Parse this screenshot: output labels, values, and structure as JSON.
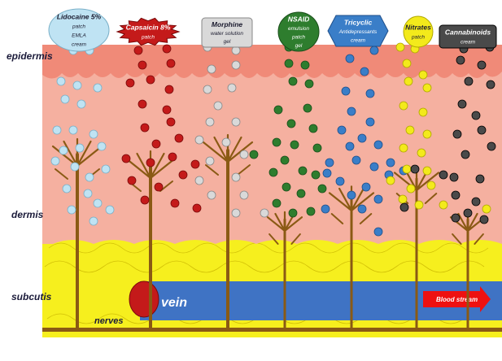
{
  "layers": {
    "epidermis": "epidermis",
    "dermis": "dermis",
    "subcutis": "subcutis",
    "nerves": "nerves"
  },
  "vein": {
    "label": "vein",
    "blood_stream": "Blood stream"
  },
  "drugs": [
    {
      "id": "lidocaine",
      "shape": "ellipse",
      "lines": [
        "Lidocaine 5%",
        "patch",
        "EMLA",
        "cream"
      ],
      "color": "#bfe3f3",
      "text_color": "#1a1a2e"
    },
    {
      "id": "capsaicin",
      "shape": "starburst",
      "lines": [
        "Capsaicin 8%",
        "patch"
      ],
      "color": "#c41a1a",
      "text_color": "#ffffff"
    },
    {
      "id": "morphine",
      "shape": "rounded-box",
      "lines": [
        "Morphine",
        "water solution",
        "gel"
      ],
      "color": "#d9d9d9",
      "text_color": "#1a1a2e"
    },
    {
      "id": "nsaid",
      "shape": "ellipse",
      "lines": [
        "NSAID",
        "emulsion",
        "patch",
        "gel"
      ],
      "color": "#2e7d2e",
      "text_color": "#ffffff"
    },
    {
      "id": "tricyclic",
      "shape": "hexagon",
      "lines": [
        "Tricyclic",
        "Antidepressants",
        "cream"
      ],
      "color": "#3a7ec8",
      "text_color": "#ffffff"
    },
    {
      "id": "nitrates",
      "shape": "ellipse",
      "lines": [
        "Nitrates",
        "patch"
      ],
      "color": "#f3ea1b",
      "text_color": "#1a1a2e"
    },
    {
      "id": "cannabinoids",
      "shape": "rounded-box",
      "lines": [
        "Cannabinoids",
        "cream"
      ],
      "color": "#4a4a4a",
      "text_color": "#ffffff"
    }
  ],
  "colors": {
    "epidermis": "#f08a78",
    "dermis": "#f5b0a0",
    "subcutis": "#f6ef1e",
    "vein": "#3f73c4",
    "nerve": "#8a5a14",
    "clot": "#c41a1a"
  }
}
